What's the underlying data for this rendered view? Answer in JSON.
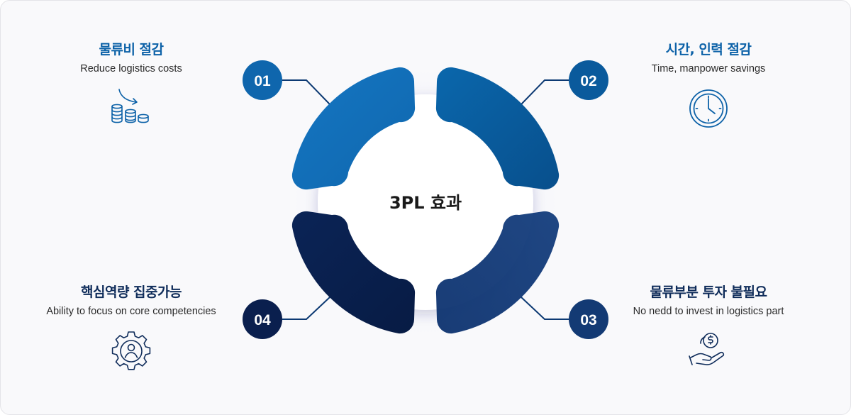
{
  "center": {
    "label": "3PL 효과"
  },
  "items": [
    {
      "number": "01",
      "title": "물류비 절감",
      "subtitle": "Reduce logistics costs",
      "icon": "coins-decrease-icon",
      "color": "#1471b9"
    },
    {
      "number": "02",
      "title": "시간, 인력 절감",
      "subtitle": "Time, manpower savings",
      "icon": "clock-icon",
      "color": "#0a5a9c"
    },
    {
      "number": "03",
      "title": "물류부분 투자 불필요",
      "subtitle": "No nedd to invest in logistics part",
      "icon": "hand-money-icon",
      "color": "#123a73"
    },
    {
      "number": "04",
      "title": "핵심역량 집중가능",
      "subtitle": "Ability to focus on core competencies",
      "icon": "gear-person-icon",
      "color": "#0a1f4e"
    }
  ]
}
